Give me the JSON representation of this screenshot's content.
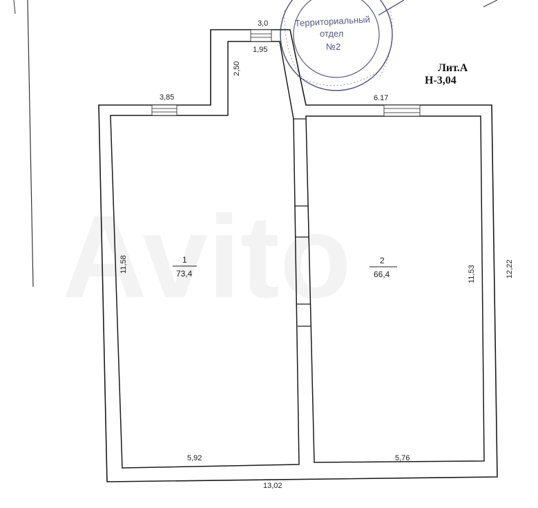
{
  "plan": {
    "letter": "Лит.А",
    "height_label": "Н-3,04",
    "rooms": [
      {
        "number": "1",
        "area": "73,4"
      },
      {
        "number": "2",
        "area": "66,4"
      }
    ],
    "dimensions": {
      "top_passage_outer": "3,0",
      "top_passage_inner": "1,95",
      "passage_depth": "2,50",
      "left_top": "3,85",
      "right_top": "6.17",
      "left_side": "11,58",
      "right_inner_side": "11,53",
      "right_outer_side": "12,22",
      "bottom_left": "5,92",
      "bottom_right": "5,76",
      "bottom_total": "13,02"
    },
    "stamp": {
      "line1": "Территориальный",
      "line2": "отдел",
      "line3": "№2"
    },
    "watermark": "Avito"
  }
}
